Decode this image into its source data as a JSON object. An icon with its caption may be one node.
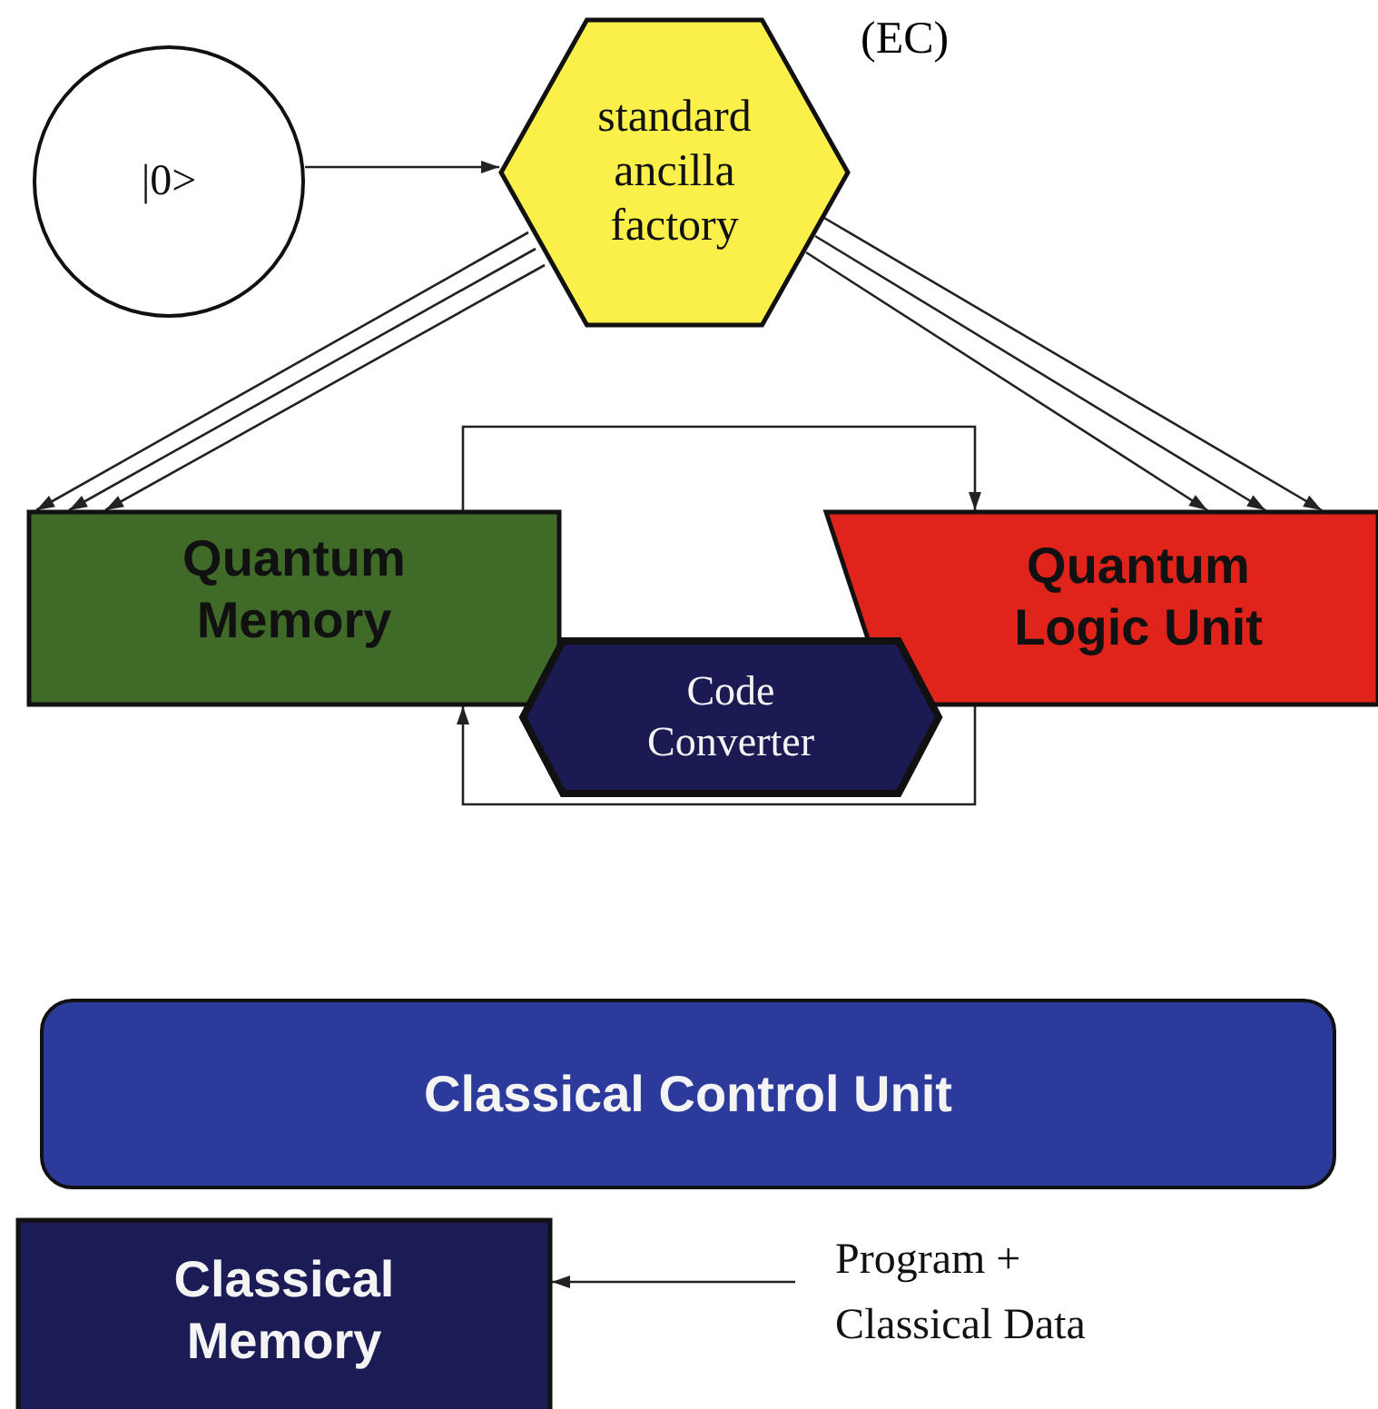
{
  "diagram": {
    "nodes": [
      {
        "text": [
          "|0>"
        ]
      },
      {
        "text": [
          "standard ancilla factory"
        ],
        "beside": [
          "(EC)"
        ]
      },
      {
        "text": [
          "Quantum Memory"
        ]
      },
      {
        "text": [
          "Quantum Logic Unit"
        ]
      },
      {
        "text": [
          "Code Converter"
        ]
      },
      {
        "text": [
          "Classical Control Unit"
        ]
      },
      {
        "text": [
          "Classical Memory"
        ]
      },
      {
        "text": [
          "Program + Classical Data"
        ]
      }
    ],
    "edges": [
      {
        "from": 0,
        "to": 1,
        "arrow": "to"
      },
      {
        "from": 1,
        "to": 2,
        "arrow": "to"
      },
      {
        "from": 1,
        "to": 2,
        "arrow": "to"
      },
      {
        "from": 1,
        "to": 2,
        "arrow": "to"
      },
      {
        "from": 1,
        "to": 3,
        "arrow": "to"
      },
      {
        "from": 1,
        "to": 3,
        "arrow": "to"
      },
      {
        "from": 1,
        "to": 3,
        "arrow": "to"
      },
      {
        "from": 2,
        "to": 3,
        "arrow": "to"
      },
      {
        "from": 3,
        "to": 2,
        "arrow": "to"
      },
      {
        "from": 7,
        "to": 6,
        "arrow": "to"
      }
    ]
  }
}
